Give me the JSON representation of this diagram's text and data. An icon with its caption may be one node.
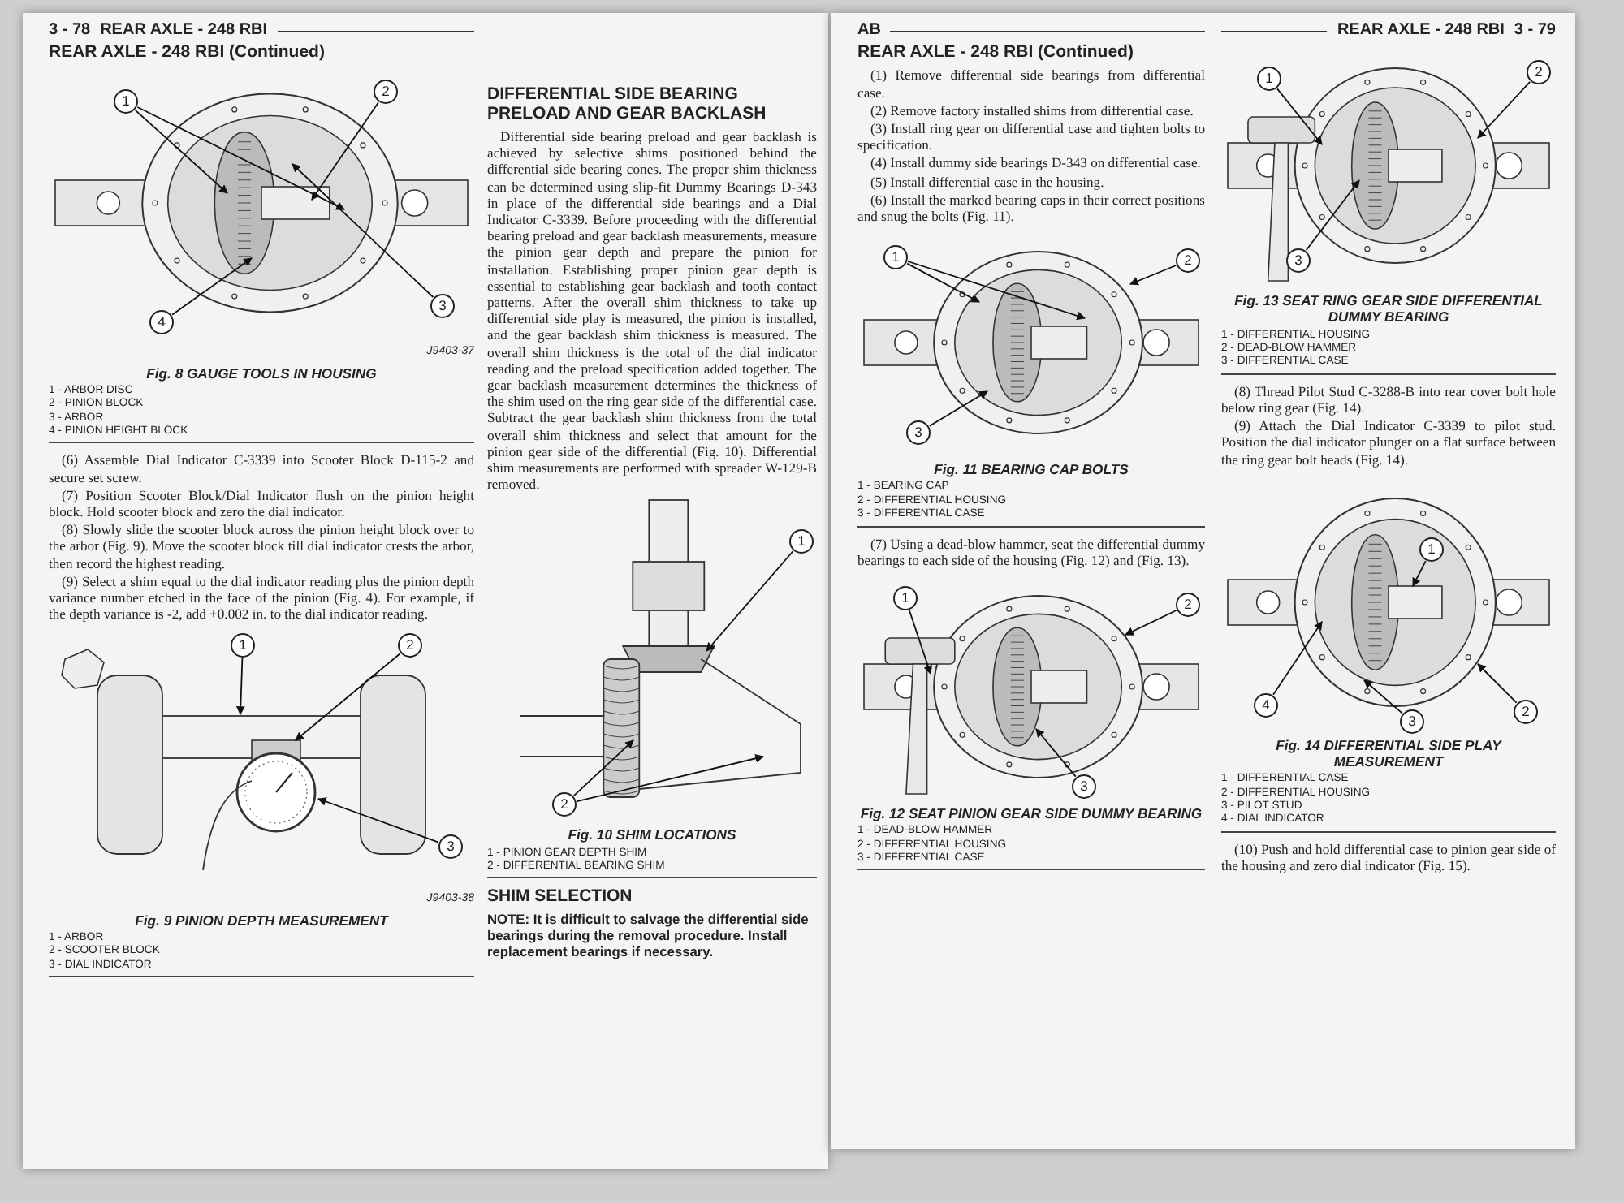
{
  "diagram": {
    "nodes": [
      {
        "text": [
          "1"
        ]
      },
      {
        "text": [
          "2"
        ]
      },
      {
        "text": [
          "3"
        ]
      },
      {
        "text": [
          "4"
        ]
      },
      {
        "text": [
          "1"
        ]
      },
      {
        "text": [
          "2"
        ]
      },
      {
        "text": [
          "3"
        ]
      },
      {
        "text": [
          "1"
        ]
      },
      {
        "text": [
          "2"
        ]
      },
      {
        "text": [
          "1"
        ]
      },
      {
        "text": [
          "2"
        ]
      },
      {
        "text": [
          "3"
        ]
      },
      {
        "text": [
          "1"
        ]
      },
      {
        "text": [
          "2"
        ]
      },
      {
        "text": [
          "3"
        ]
      },
      {
        "text": [
          "1"
        ]
      },
      {
        "text": [
          "2"
        ]
      },
      {
        "text": [
          "3"
        ]
      },
      {
        "text": [
          "1"
        ]
      },
      {
        "text": [
          "2"
        ]
      },
      {
        "text": [
          "3"
        ]
      },
      {
        "text": [
          "4"
        ]
      }
    ],
    "edges": [
      {
        "from": 0,
        "to": null,
        "arrow": "to"
      },
      {
        "from": 0,
        "to": null,
        "arrow": "to"
      },
      {
        "from": 1,
        "to": null,
        "arrow": "to"
      },
      {
        "from": 2,
        "to": null,
        "arrow": "to"
      },
      {
        "from": 3,
        "to": null,
        "arrow": "to"
      },
      {
        "from": 4,
        "to": null,
        "arrow": "to"
      },
      {
        "from": 5,
        "to": null,
        "arrow": "to"
      },
      {
        "from": 6,
        "to": null,
        "arrow": "to"
      },
      {
        "from": 7,
        "to": null,
        "arrow": "to"
      },
      {
        "from": 8,
        "to": null,
        "arrow": "to"
      },
      {
        "from": 8,
        "to": null,
        "arrow": "to"
      },
      {
        "from": 9,
        "to": null,
        "arrow": "to"
      },
      {
        "from": 9,
        "to": null,
        "arrow": "to"
      },
      {
        "from": 10,
        "to": null,
        "arrow": "to"
      },
      {
        "from": 11,
        "to": null,
        "arrow": "to"
      },
      {
        "from": 12,
        "to": null,
        "arrow": "to"
      },
      {
        "from": 13,
        "to": null,
        "arrow": "to"
      },
      {
        "from": 14,
        "to": null,
        "arrow": "to"
      },
      {
        "from": 15,
        "to": null,
        "arrow": "to"
      },
      {
        "from": 16,
        "to": null,
        "arrow": "to"
      },
      {
        "from": 17,
        "to": null,
        "arrow": "to"
      },
      {
        "from": 18,
        "to": null,
        "arrow": "to"
      },
      {
        "from": 19,
        "to": null,
        "arrow": "to"
      },
      {
        "from": 20,
        "to": null,
        "arrow": "to"
      },
      {
        "from": 21,
        "to": null,
        "arrow": "to"
      }
    ],
    "labels": [
      "3 - 78",
      "REAR AXLE - 248 RBI",
      "REAR AXLE - 248 RBI (Continued)",
      "J9403-37",
      "Fig. 8 GAUGE TOOLS IN HOUSING",
      "1 - ARBOR DISC",
      "2 - PINION BLOCK",
      "3 - ARBOR",
      "4 - PINION HEIGHT BLOCK",
      "(6) Assemble Dial Indicator C-3339 into Scooter Block D-115-2 and secure set screw.",
      "(7) Position Scooter Block/Dial Indicator flush on the pinion height block. Hold scooter block and zero the dial indicator.",
      "(8) Slowly slide the scooter block across the pinion height block over to the arbor (Fig. 9). Move the scooter block till dial indicator crests the arbor, then record the highest reading.",
      "(9) Select a shim equal to the dial indicator reading plus the pinion depth variance number etched in the face of the pinion (Fig. 4). For example, if the depth variance is -2, add +0.002 in. to the dial indicator reading.",
      "J9403-38",
      "Fig. 9 PINION DEPTH MEASUREMENT",
      "1 - ARBOR",
      "2 - SCOOTER BLOCK",
      "3 - DIAL INDICATOR",
      "DIFFERENTIAL SIDE BEARING PRELOAD AND GEAR BACKLASH",
      "Differential side bearing preload and gear backlash is achieved by selective shims positioned behind the differential side bearing cones. The proper shim thickness can be determined using slip-fit Dummy Bearings D-343 in place of the differential side bearings and a Dial Indicator C-3339. Before proceeding with the differential bearing preload and gear backlash measurements, measure the pinion gear depth and prepare the pinion for installation. Establishing proper pinion gear depth is essential to establishing gear backlash and tooth contact patterns. After the overall shim thickness to take up differential side play is measured, the pinion is installed, and the gear backlash shim thickness is measured. The overall shim thickness is the total of the dial indicator reading and the preload specification added together. The gear backlash measurement determines the thickness of the shim used on the ring gear side of the differential case. Subtract the gear backlash shim thickness from the total overall shim thickness and select that amount for the pinion gear side of the differential (Fig. 10). Differential shim measurements are performed with spreader W-129-B removed.",
      "Fig. 10 SHIM LOCATIONS",
      "1 - PINION GEAR DEPTH SHIM",
      "2 - DIFFERENTIAL BEARING SHIM",
      "SHIM SELECTION",
      "NOTE: It is difficult to salvage the differential side bearings during the removal procedure. Install replacement bearings if necessary.",
      "AB",
      "REAR AXLE - 248 RBI (Continued)",
      "(1) Remove differential side bearings from differential case.",
      "(2) Remove factory installed shims from differential case.",
      "(3) Install ring gear on differential case and tighten bolts to specification.",
      "(4) Install dummy side bearings D-343 on differential case.",
      "(5) Install differential case in the housing.",
      "(6) Install the marked bearing caps in their correct positions and snug the bolts (Fig. 11).",
      "Fig. 11 BEARING CAP BOLTS",
      "1 - BEARING CAP",
      "2 - DIFFERENTIAL HOUSING",
      "3 - DIFFERENTIAL CASE",
      "(7) Using a dead-blow hammer, seat the differential dummy bearings to each side of the housing (Fig. 12) and (Fig. 13).",
      "Fig. 12 SEAT PINION GEAR SIDE DUMMY BEARING",
      "1 - DEAD-BLOW HAMMER",
      "2 - DIFFERENTIAL HOUSING",
      "3 - DIFFERENTIAL CASE",
      "REAR AXLE - 248 RBI",
      "3 - 79",
      "Fig. 13 SEAT RING GEAR SIDE DIFFERENTIAL DUMMY BEARING",
      "1 - DIFFERENTIAL HOUSING",
      "2 - DEAD-BLOW HAMMER",
      "3 - DIFFERENTIAL CASE",
      "(8) Thread Pilot Stud C-3288-B into rear cover bolt hole below ring gear (Fig. 14).",
      "(9) Attach the Dial Indicator C-3339 to pilot stud. Position the dial indicator plunger on a flat surface between the ring gear bolt heads (Fig. 14).",
      "Fig. 14 DIFFERENTIAL SIDE PLAY MEASUREMENT",
      "1 - DIFFERENTIAL CASE",
      "2 - DIFFERENTIAL HOUSING",
      "3 - PILOT STUD",
      "4 - DIAL INDICATOR",
      "(10) Push and hold differential case to pinion gear side of the housing and zero dial indicator (Fig. 15)."
    ]
  }
}
